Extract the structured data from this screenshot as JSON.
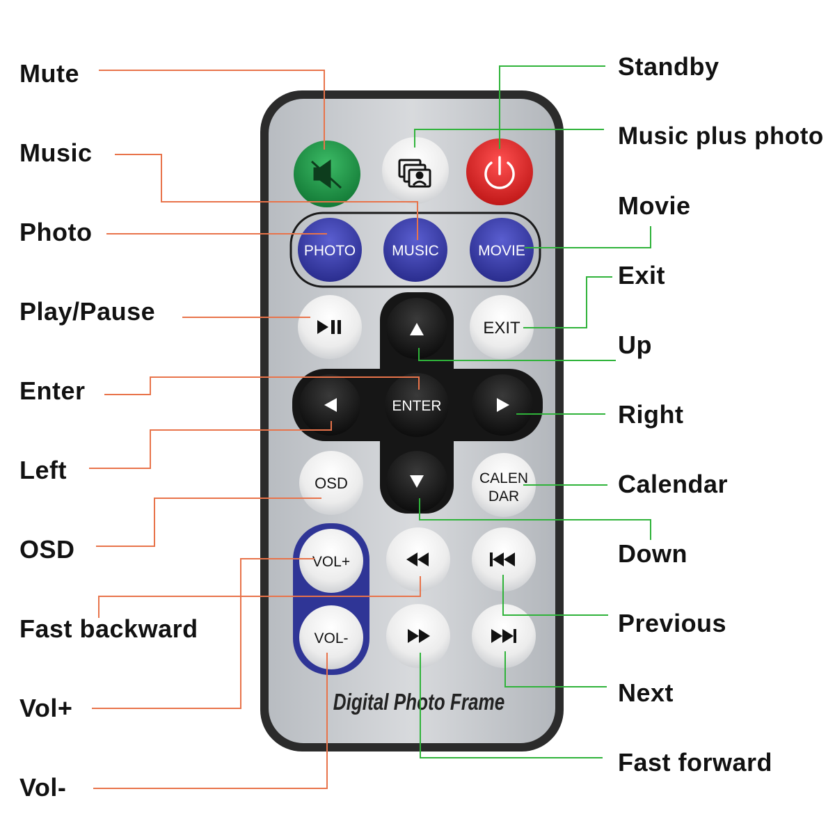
{
  "labels_left": {
    "mute": "Mute",
    "music": "Music",
    "photo": "Photo",
    "play_pause": "Play/Pause",
    "enter": "Enter",
    "left": "Left",
    "osd": "OSD",
    "fast_backward": "Fast backward",
    "vol_plus": "Vol+",
    "vol_minus": "Vol-"
  },
  "labels_right": {
    "standby": "Standby",
    "music_plus_photo": "Music plus photo",
    "movie": "Movie",
    "exit": "Exit",
    "up": "Up",
    "right": "Right",
    "calendar": "Calendar",
    "down": "Down",
    "previous": "Previous",
    "next": "Next",
    "fast_forward": "Fast forward"
  },
  "remote": {
    "buttons": {
      "photo": "PHOTO",
      "music": "MUSIC",
      "movie": "MOVIE",
      "exit": "EXIT",
      "enter": "ENTER",
      "osd": "OSD",
      "calendar_line1": "CALEN",
      "calendar_line2": "DAR",
      "vol_plus": "VOL+",
      "vol_minus": "VOL-"
    },
    "brand_text": "Digital Photo Frame"
  },
  "icons": {
    "mute": "mute-icon",
    "music_photo": "music-photo-icon",
    "power": "power-icon",
    "play_pause": "play-pause-icon",
    "up": "arrow-up-icon",
    "down": "arrow-down-icon",
    "left": "arrow-left-icon",
    "right": "arrow-right-icon",
    "rewind": "rewind-icon",
    "fast_forward": "fast-forward-icon",
    "previous": "skip-previous-icon",
    "next": "skip-next-icon"
  },
  "colors": {
    "left_leader": "#e8734a",
    "right_leader": "#2fb33a",
    "mute_button": "#1f9a4a",
    "power_button": "#e12a2a",
    "mode_button": "#3a3ea8",
    "dpad": "#1a1a1a",
    "body": "#c9ccd0",
    "body_border": "#2b2b2b",
    "volume_strip": "#2f3596"
  }
}
